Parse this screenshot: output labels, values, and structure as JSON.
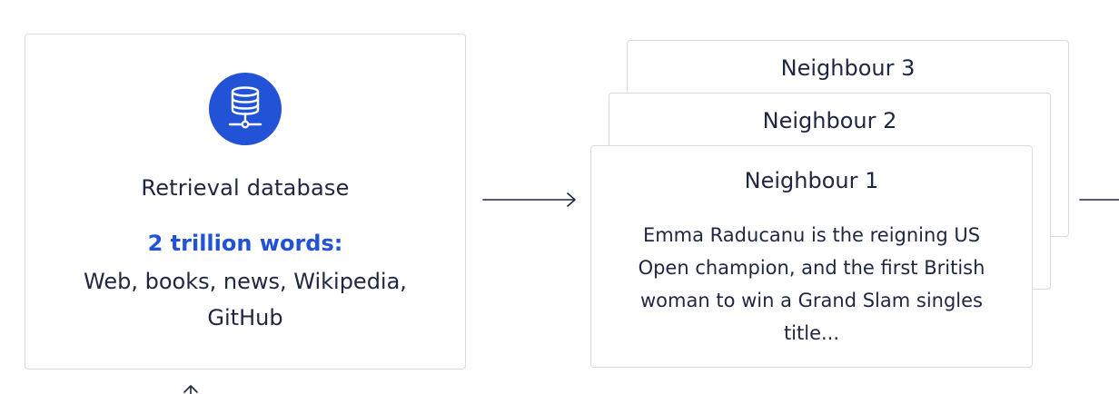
{
  "database": {
    "icon": "database-icon",
    "title": "Retrieval database",
    "highlight": "2 trillion words:",
    "sources": "Web, books, news, Wikipedia, GitHub"
  },
  "neighbours": [
    {
      "title": "Neighbour 1",
      "text": "Emma Raducanu is the reigning US Open champion, and the first British woman to win a Grand Slam singles title..."
    },
    {
      "title": "Neighbour 2"
    },
    {
      "title": "Neighbour 3"
    }
  ],
  "colors": {
    "accent": "#2253d6",
    "text": "#1f2640",
    "border": "#d8dbe2"
  }
}
